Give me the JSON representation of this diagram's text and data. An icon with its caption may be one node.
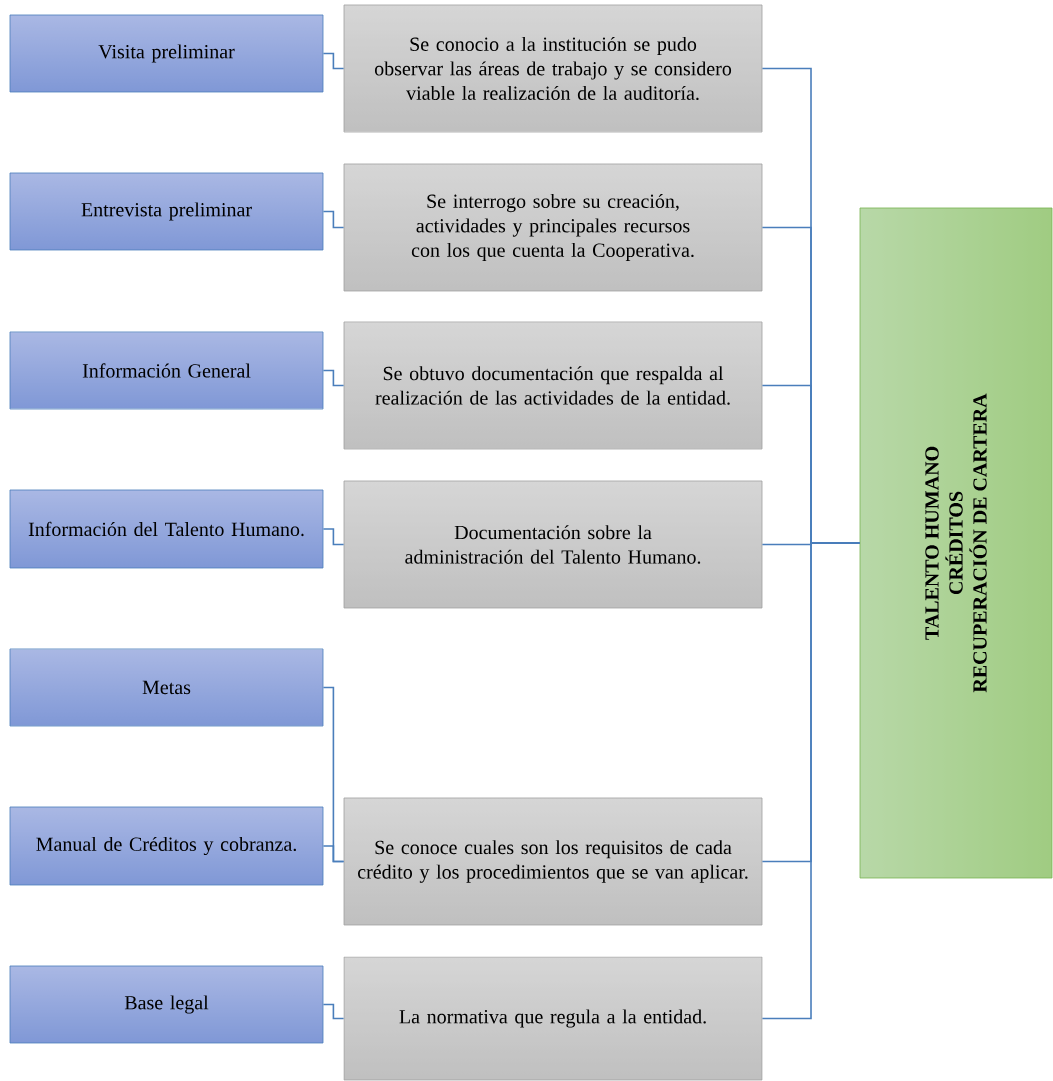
{
  "diagram": {
    "nodes": [
      {
        "text": [
          "Visita preliminar"
        ]
      },
      {
        "text": [
          "Entrevista preliminar"
        ]
      },
      {
        "text": [
          "Información General"
        ]
      },
      {
        "text": [
          "Información del Talento Humano."
        ]
      },
      {
        "text": [
          "Metas"
        ]
      },
      {
        "text": [
          "Manual de Créditos y cobranza."
        ]
      },
      {
        "text": [
          "Base legal"
        ]
      },
      {
        "text": [
          "Se conocio a la institución se pudo observar las áreas de trabajo y se considero viable la realización de la auditoría."
        ]
      },
      {
        "text": [
          "Se interrogo sobre su creación, actividades y principales recursos con los que cuenta la Cooperativa."
        ]
      },
      {
        "text": [
          "Se obtuvo documentación que respalda al realización de las actividades de la entidad."
        ]
      },
      {
        "text": [
          "Documentación sobre la administración del Talento Humano."
        ]
      },
      {
        "text": [
          "Se conoce cuales son los requisitos de cada crédito y los procedimientos que se van aplicar."
        ]
      },
      {
        "text": [
          "La normativa que regula a la entidad."
        ]
      },
      {
        "text": [
          "TALENTO HUMANO",
          "CRÉDITOS",
          "RECUPERACIÓN DE CARTERA"
        ]
      }
    ],
    "edges": [
      {
        "from": 0,
        "to": 7,
        "arrow": "none"
      },
      {
        "from": 1,
        "to": 8,
        "arrow": "none"
      },
      {
        "from": 2,
        "to": 9,
        "arrow": "none"
      },
      {
        "from": 3,
        "to": 10,
        "arrow": "none"
      },
      {
        "from": 4,
        "to": 11,
        "arrow": "none"
      },
      {
        "from": 5,
        "to": 11,
        "arrow": "none"
      },
      {
        "from": 6,
        "to": 12,
        "arrow": "none"
      },
      {
        "from": 7,
        "to": 13,
        "arrow": "none"
      },
      {
        "from": 8,
        "to": 13,
        "arrow": "none"
      },
      {
        "from": 9,
        "to": 13,
        "arrow": "none"
      },
      {
        "from": 10,
        "to": 13,
        "arrow": "none"
      },
      {
        "from": 11,
        "to": 13,
        "arrow": "none"
      },
      {
        "from": 12,
        "to": 13,
        "arrow": "none"
      }
    ]
  }
}
